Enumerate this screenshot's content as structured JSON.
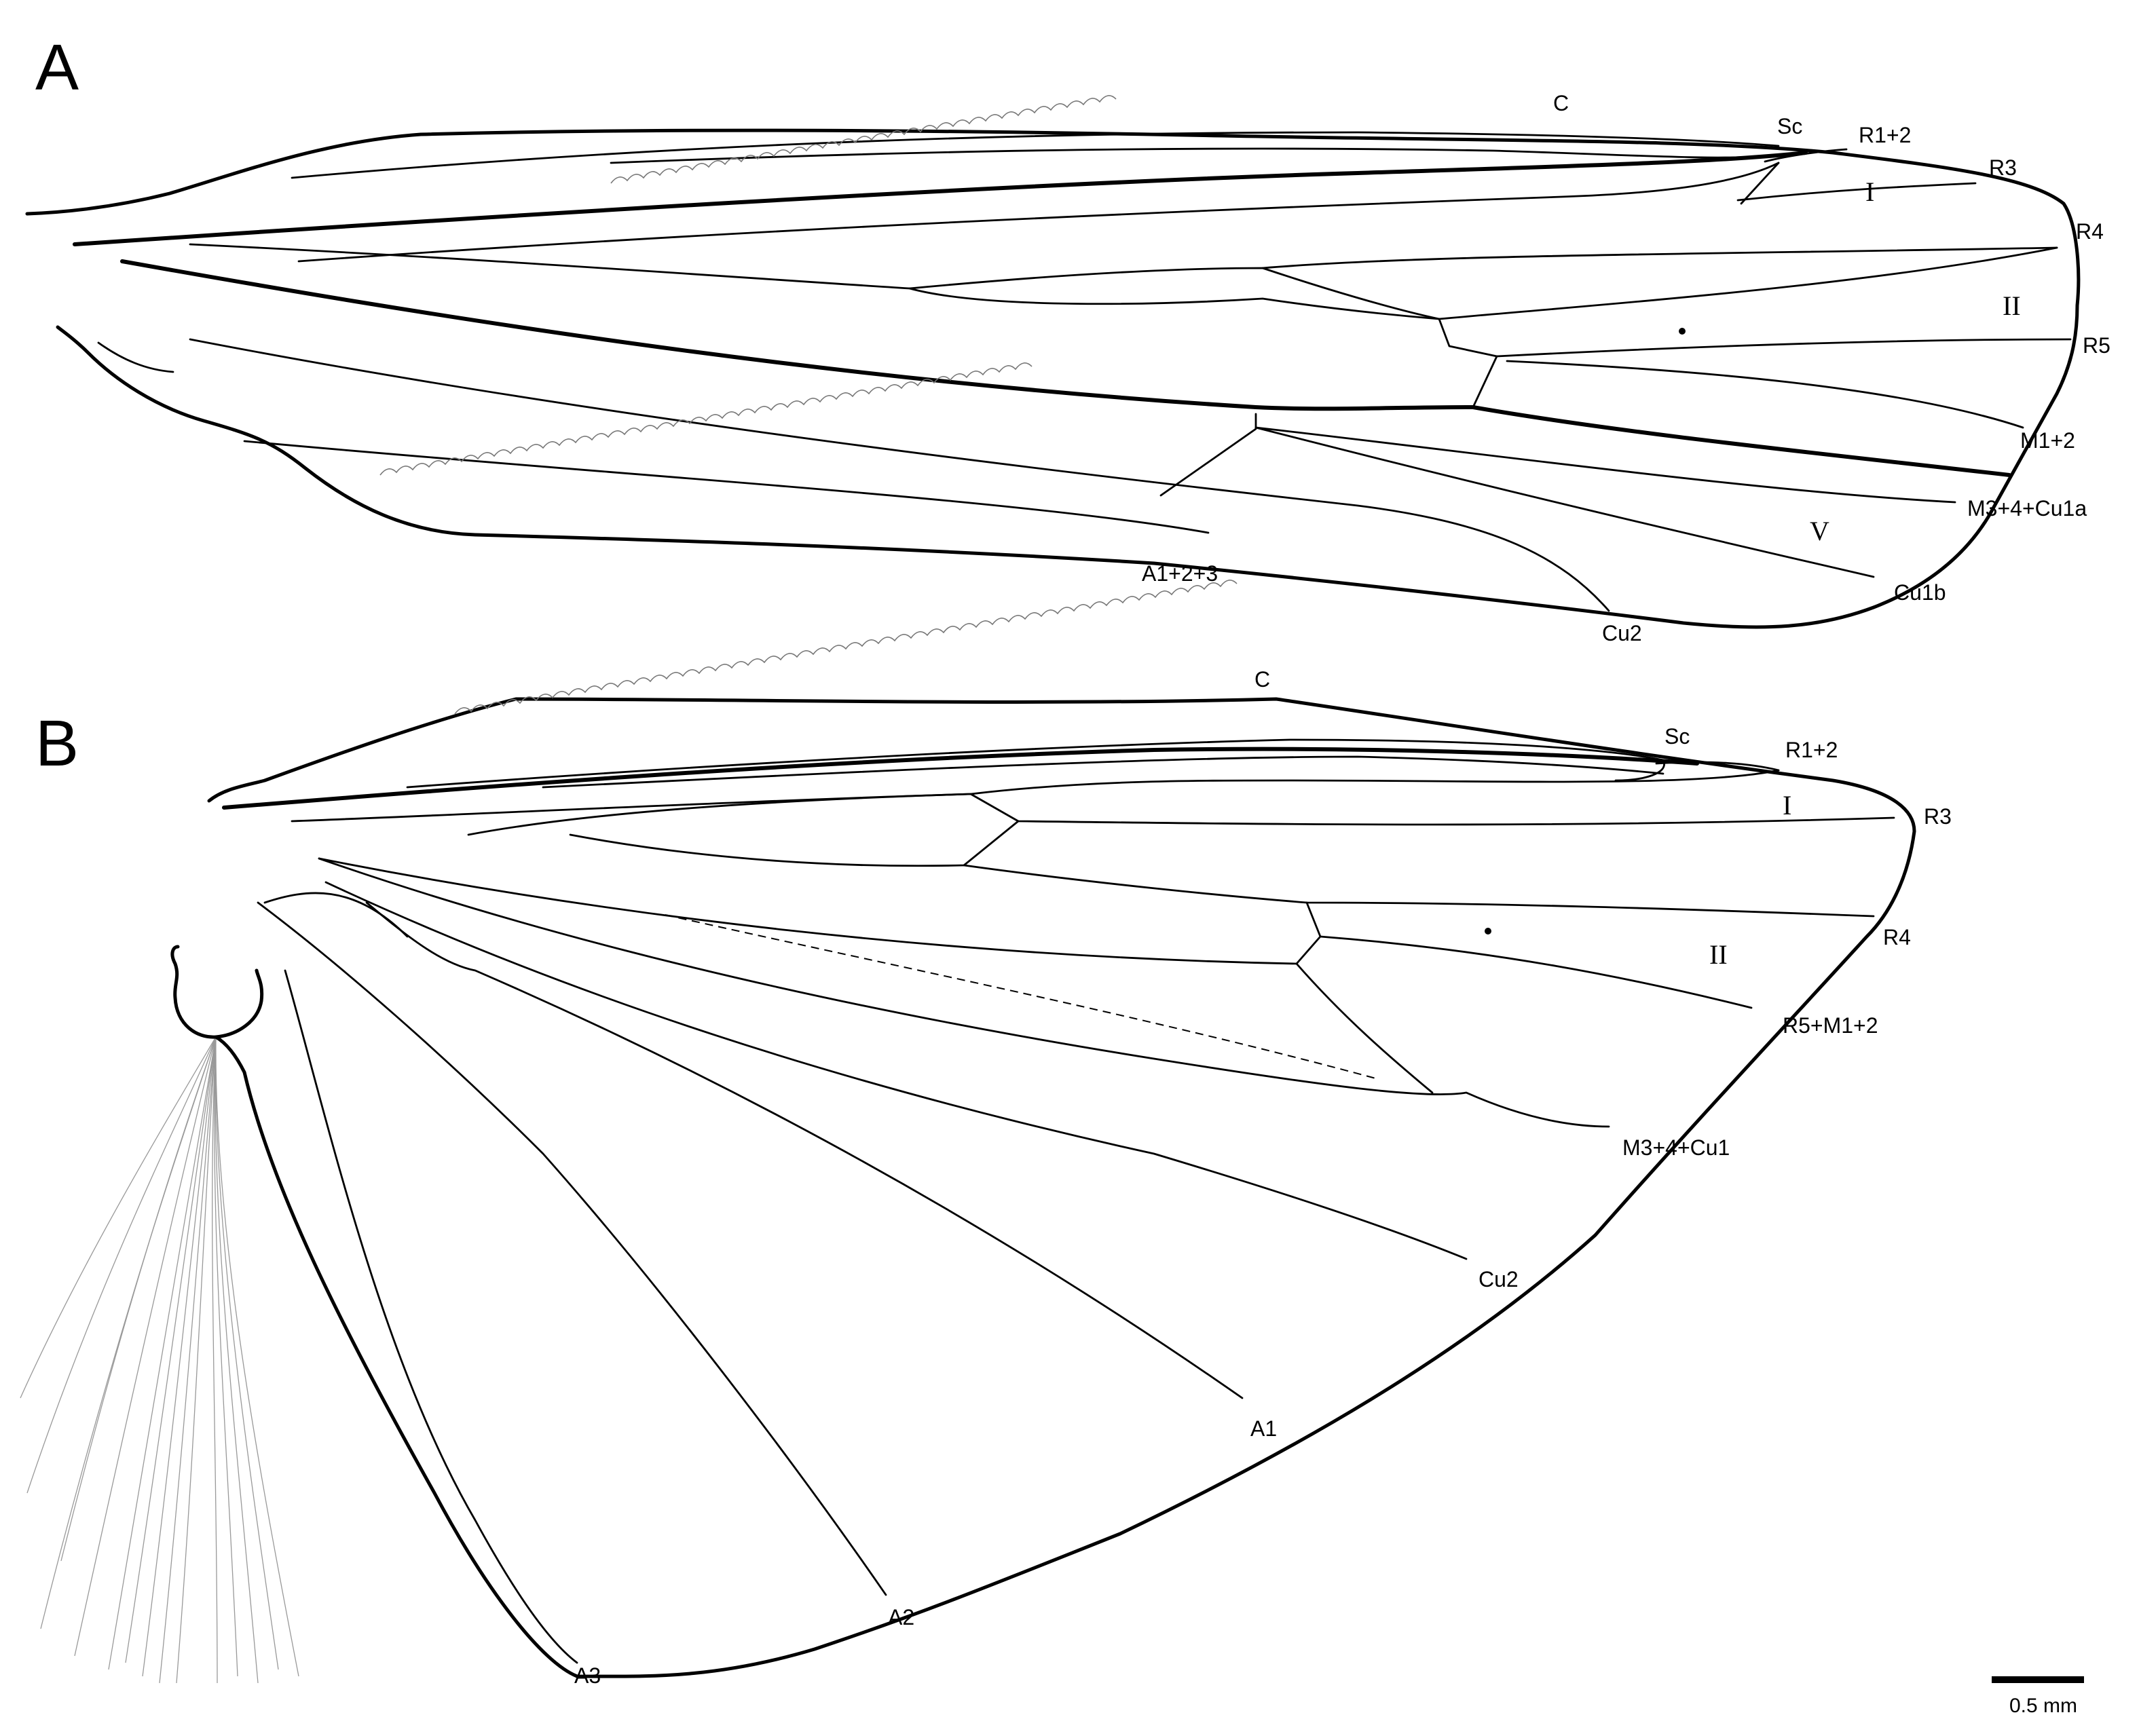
{
  "panels": [
    {
      "letter": "A",
      "vein_labels": {
        "c": "C",
        "sc": "Sc",
        "r1_2": "R1+2",
        "r3": "R3",
        "r4": "R4",
        "r5": "R5",
        "m1_2": "M1+2",
        "m3_4_cu1a": "M3+4+Cu1a",
        "cu1b": "Cu1b",
        "cu2": "Cu2",
        "a1_2_3": "A1+2+3"
      },
      "cell_labels": {
        "i": "I",
        "ii": "II",
        "v": "V"
      }
    },
    {
      "letter": "B",
      "vein_labels": {
        "c": "C",
        "sc": "Sc",
        "r1_2": "R1+2",
        "r3": "R3",
        "r4": "R4",
        "r5_m1_2": "R5+M1+2",
        "m3_4_cu1": "M3+4+Cu1",
        "cu2": "Cu2",
        "a1": "A1",
        "a2": "A2",
        "a3": "A3"
      },
      "cell_labels": {
        "i": "I",
        "ii": "II"
      }
    }
  ],
  "scale_bar": {
    "label": "0.5 mm"
  }
}
